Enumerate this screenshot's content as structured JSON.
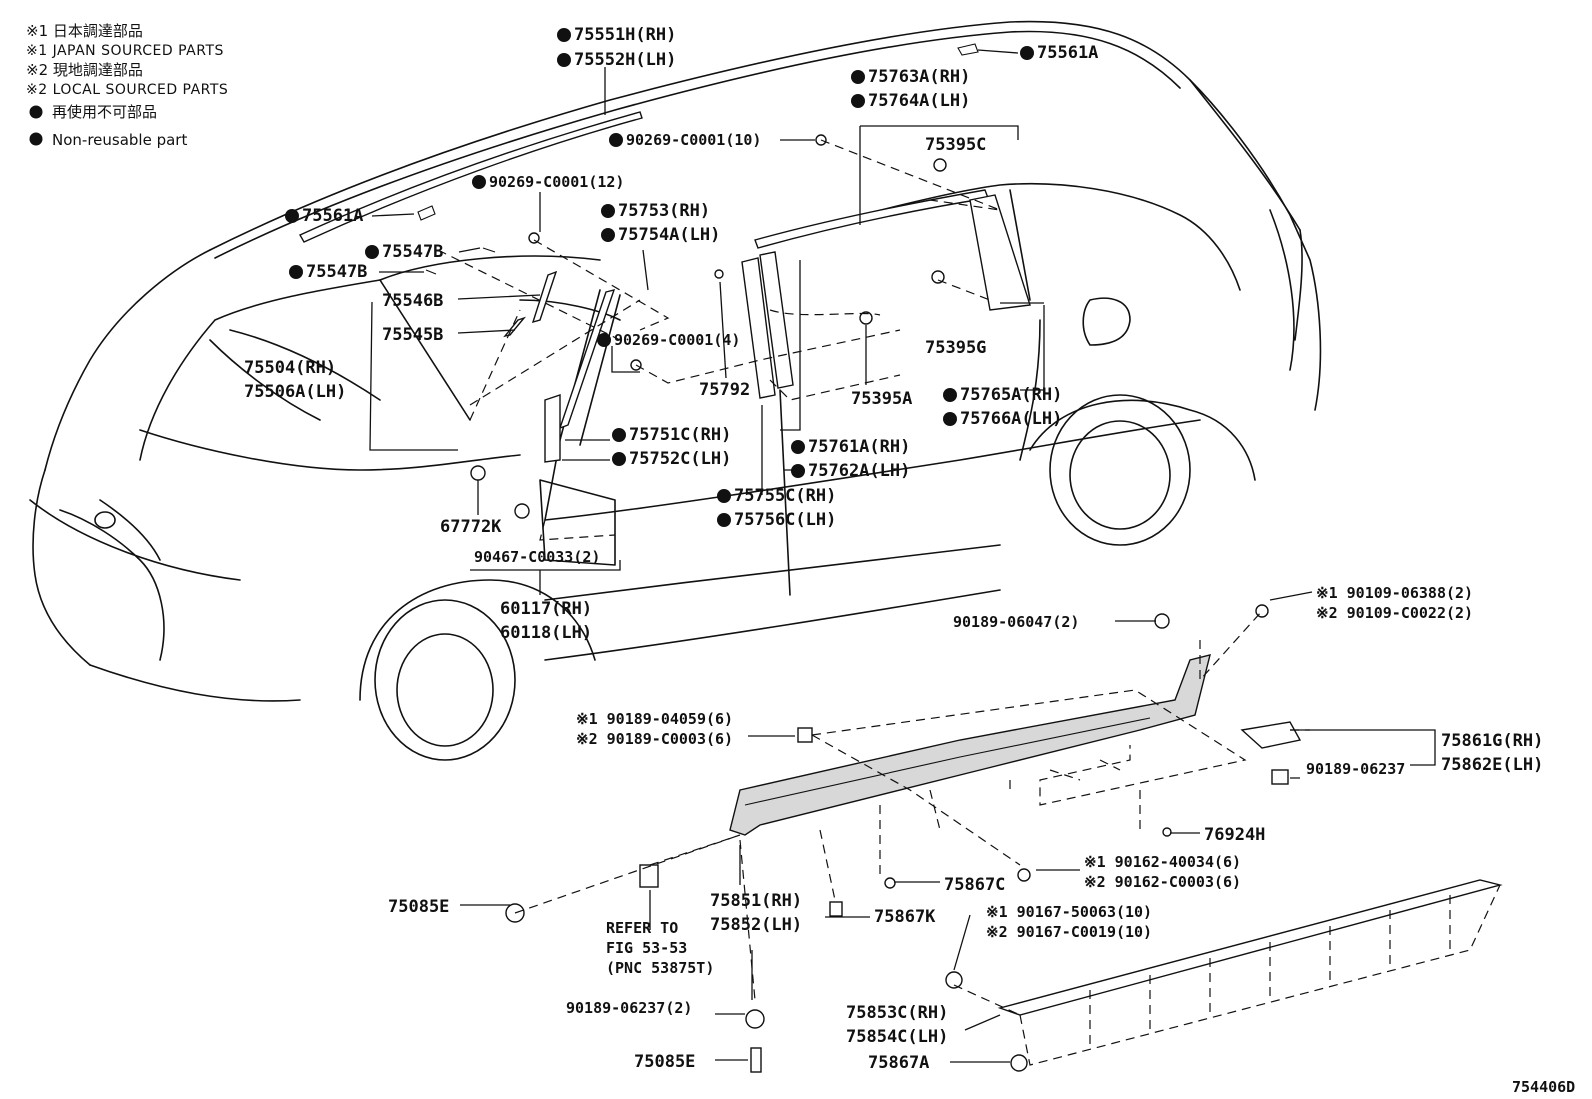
{
  "legend": {
    "line1": "※1 日本調達部品",
    "line2": "※1 JAPAN SOURCED PARTS",
    "line3": "※2 現地調達部品",
    "line4": "※2 LOCAL SOURCED PARTS",
    "line5": "再使用不可部品",
    "line6": "Non-reusable part"
  },
  "labels": {
    "p75551H": "75551H(RH)",
    "p75552H": "75552H(LH)",
    "p75561A_top": "75561A",
    "p75763A": "75763A(RH)",
    "p75764A": "75764A(LH)",
    "p90269_10": "90269-C0001(10)",
    "p75395C": "75395C",
    "p90269_12": "90269-C0001(12)",
    "p75561A_left": "75561A",
    "p75753": "75753(RH)",
    "p75754A": "75754A(LH)",
    "p75547B_1": "75547B",
    "p75547B_2": "75547B",
    "p75546B": "75546B",
    "p75545B": "75545B",
    "p90269_4": "90269-C0001(4)",
    "p75395G": "75395G",
    "p75504": "75504(RH)",
    "p75506A": "75506A(LH)",
    "p75792": "75792",
    "p75395A": "75395A",
    "p75765A": "75765A(RH)",
    "p75766A": "75766A(LH)",
    "p75751C": "75751C(RH)",
    "p75752C": "75752C(LH)",
    "p75761A": "75761A(RH)",
    "p75762A": "75762A(LH)",
    "p75755C": "75755C(RH)",
    "p75756C": "75756C(LH)",
    "p67772K": "67772K",
    "p90467": "90467-C0033(2)",
    "p60117": "60117(RH)",
    "p60118": "60118(LH)",
    "p90109_1": "※1 90109-06388(2)",
    "p90109_2": "※2 90109-C0022(2)",
    "p90189_06047": "90189-06047(2)",
    "p90189_04059": "※1 90189-04059(6)",
    "p90189_C0003": "※2 90189-C0003(6)",
    "p75861G": "75861G(RH)",
    "p75862E": "75862E(LH)",
    "p90189_06237_r": "90189-06237",
    "p76924H": "76924H",
    "p90162_1": "※1 90162-40034(6)",
    "p90162_2": "※2 90162-C0003(6)",
    "p75867C": "75867C",
    "p75085E_1": "75085E",
    "p75851": "75851(RH)",
    "p75852": "75852(LH)",
    "p75867K": "75867K",
    "p90167_1": "※1 90167-50063(10)",
    "p90167_2": "※2 90167-C0019(10)",
    "refer1": "REFER TO",
    "refer2": "FIG 53-53",
    "refer3": "(PNC 53875T)",
    "p90189_06237_b": "90189-06237(2)",
    "p75853C": "75853C(RH)",
    "p75854C": "75854C(LH)",
    "p75085E_2": "75085E",
    "p75867A": "75867A",
    "figure_code": "754406D"
  }
}
